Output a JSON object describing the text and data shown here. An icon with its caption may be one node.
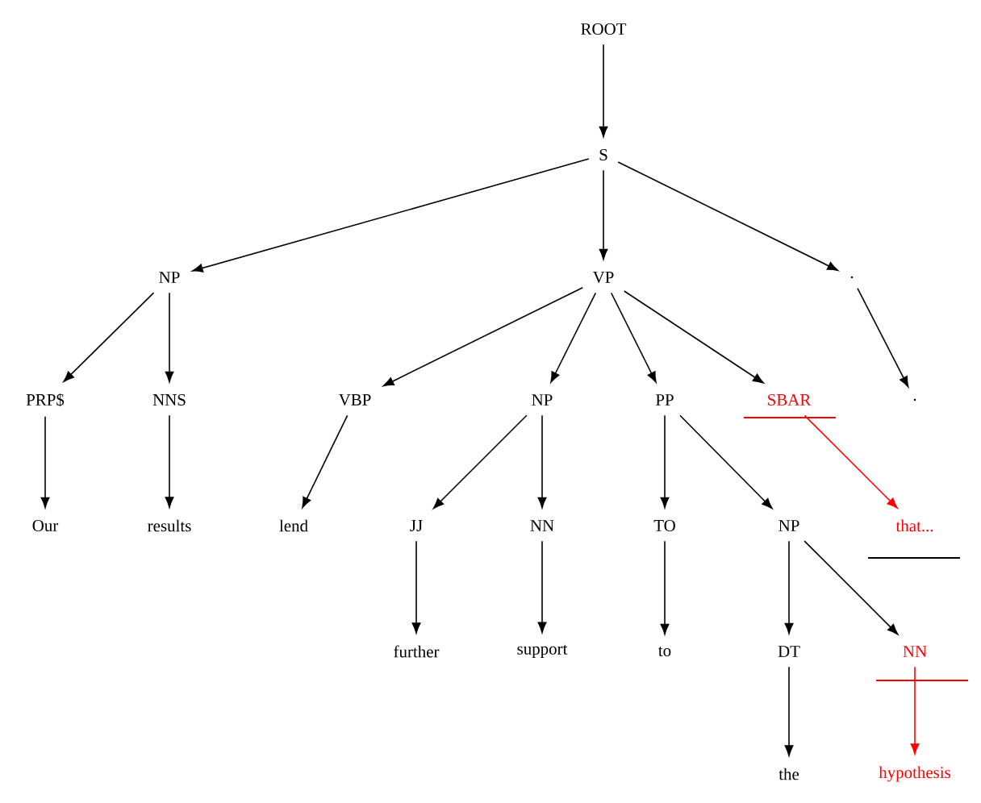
{
  "diagram": {
    "nodes": [
      {
        "text": [
          "ROOT"
        ]
      },
      {
        "text": [
          "S"
        ]
      },
      {
        "text": [
          "NP"
        ]
      },
      {
        "text": [
          "VP"
        ]
      },
      {
        "text": [
          "."
        ]
      },
      {
        "text": [
          "PRP$"
        ]
      },
      {
        "text": [
          "NNS"
        ]
      },
      {
        "text": [
          "VBP"
        ]
      },
      {
        "text": [
          "NP"
        ]
      },
      {
        "text": [
          "PP"
        ]
      },
      {
        "text": [
          "SBAR"
        ]
      },
      {
        "text": [
          "."
        ]
      },
      {
        "text": [
          "Our"
        ]
      },
      {
        "text": [
          "results"
        ]
      },
      {
        "text": [
          "lend"
        ]
      },
      {
        "text": [
          "JJ"
        ]
      },
      {
        "text": [
          "NN"
        ]
      },
      {
        "text": [
          "TO"
        ]
      },
      {
        "text": [
          "NP"
        ]
      },
      {
        "text": [
          "that..."
        ]
      },
      {
        "text": [
          "further"
        ]
      },
      {
        "text": [
          "support"
        ]
      },
      {
        "text": [
          "to"
        ]
      },
      {
        "text": [
          "DT"
        ]
      },
      {
        "text": [
          "NN"
        ]
      },
      {
        "text": [
          "the"
        ]
      },
      {
        "text": [
          "hypothesis"
        ]
      }
    ],
    "edges": [
      {
        "from": 0,
        "to": 1,
        "arrow": "to"
      },
      {
        "from": 1,
        "to": 2,
        "arrow": "to"
      },
      {
        "from": 1,
        "to": 3,
        "arrow": "to"
      },
      {
        "from": 1,
        "to": 4,
        "arrow": "to"
      },
      {
        "from": 2,
        "to": 5,
        "arrow": "to"
      },
      {
        "from": 2,
        "to": 6,
        "arrow": "to"
      },
      {
        "from": 3,
        "to": 7,
        "arrow": "to"
      },
      {
        "from": 3,
        "to": 8,
        "arrow": "to"
      },
      {
        "from": 3,
        "to": 9,
        "arrow": "to"
      },
      {
        "from": 3,
        "to": 10,
        "arrow": "to"
      },
      {
        "from": 4,
        "to": 11,
        "arrow": "to"
      },
      {
        "from": 5,
        "to": 12,
        "arrow": "to"
      },
      {
        "from": 6,
        "to": 13,
        "arrow": "to"
      },
      {
        "from": 7,
        "to": 14,
        "arrow": "to"
      },
      {
        "from": 8,
        "to": 15,
        "arrow": "to"
      },
      {
        "from": 8,
        "to": 16,
        "arrow": "to"
      },
      {
        "from": 9,
        "to": 17,
        "arrow": "to"
      },
      {
        "from": 9,
        "to": 18,
        "arrow": "to"
      },
      {
        "from": 10,
        "to": 19,
        "arrow": "to",
        "color": "#ff0000"
      },
      {
        "from": 15,
        "to": 20,
        "arrow": "to"
      },
      {
        "from": 16,
        "to": 21,
        "arrow": "to"
      },
      {
        "from": 17,
        "to": 22,
        "arrow": "to"
      },
      {
        "from": 18,
        "to": 23,
        "arrow": "to"
      },
      {
        "from": 18,
        "to": 24,
        "arrow": "to"
      },
      {
        "from": 23,
        "to": 25,
        "arrow": "to"
      },
      {
        "from": 24,
        "to": 26,
        "arrow": "to",
        "color": "#ff0000"
      }
    ]
  }
}
